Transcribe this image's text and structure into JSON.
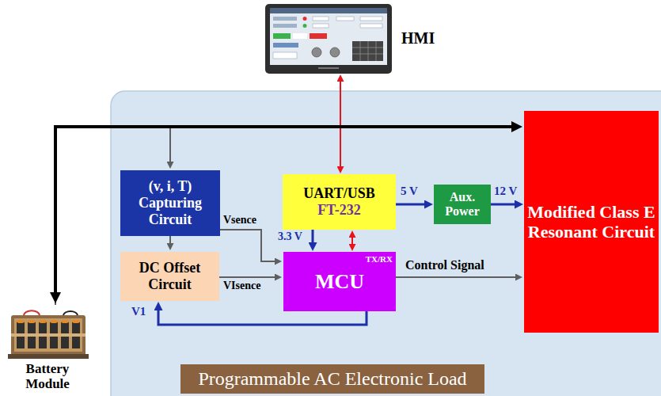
{
  "diagram": {
    "nodes": [
      {
        "text": [
          "HMI"
        ]
      },
      {
        "text": [
          "Programmable AC Electronic Load"
        ]
      },
      {
        "text": [
          "(v, i, T) Capturing Circuit"
        ],
        "in": 1
      },
      {
        "text": [
          "UART/USB",
          "FT-232"
        ],
        "in": 1
      },
      {
        "text": [
          "Aux. Power"
        ],
        "in": 1
      },
      {
        "text": [
          "Modified Class E Resonant Circuit"
        ],
        "in": 1
      },
      {
        "text": [
          "DC Offset Circuit"
        ],
        "in": 1
      },
      {
        "text": [
          "MCU",
          "TX/RX"
        ],
        "in": 1
      },
      {
        "text": [
          "Battery Module"
        ]
      }
    ],
    "edges": [
      {
        "from": 8,
        "to": 5,
        "arrow": "both"
      },
      {
        "from": 8,
        "to": 2,
        "arrow": "to"
      },
      {
        "from": 0,
        "to": 3,
        "arrow": "both"
      },
      {
        "from": 3,
        "to": 4,
        "label": "5 V",
        "arrow": "to"
      },
      {
        "from": 4,
        "to": 5,
        "label": "12 V",
        "arrow": "to"
      },
      {
        "from": 3,
        "to": 7,
        "label": "3.3 V",
        "arrow": "to"
      },
      {
        "from": 3,
        "to": 7,
        "arrow": "both"
      },
      {
        "from": 2,
        "to": 6,
        "arrow": "to"
      },
      {
        "from": 2,
        "to": 7,
        "label": "Vsence",
        "arrow": "to"
      },
      {
        "from": 6,
        "to": 7,
        "label": "VIsence",
        "arrow": "to"
      },
      {
        "from": 7,
        "to": 6,
        "label": "V1",
        "arrow": "to"
      },
      {
        "from": 7,
        "to": 5,
        "label": "Control Signal",
        "arrow": "to"
      }
    ]
  }
}
